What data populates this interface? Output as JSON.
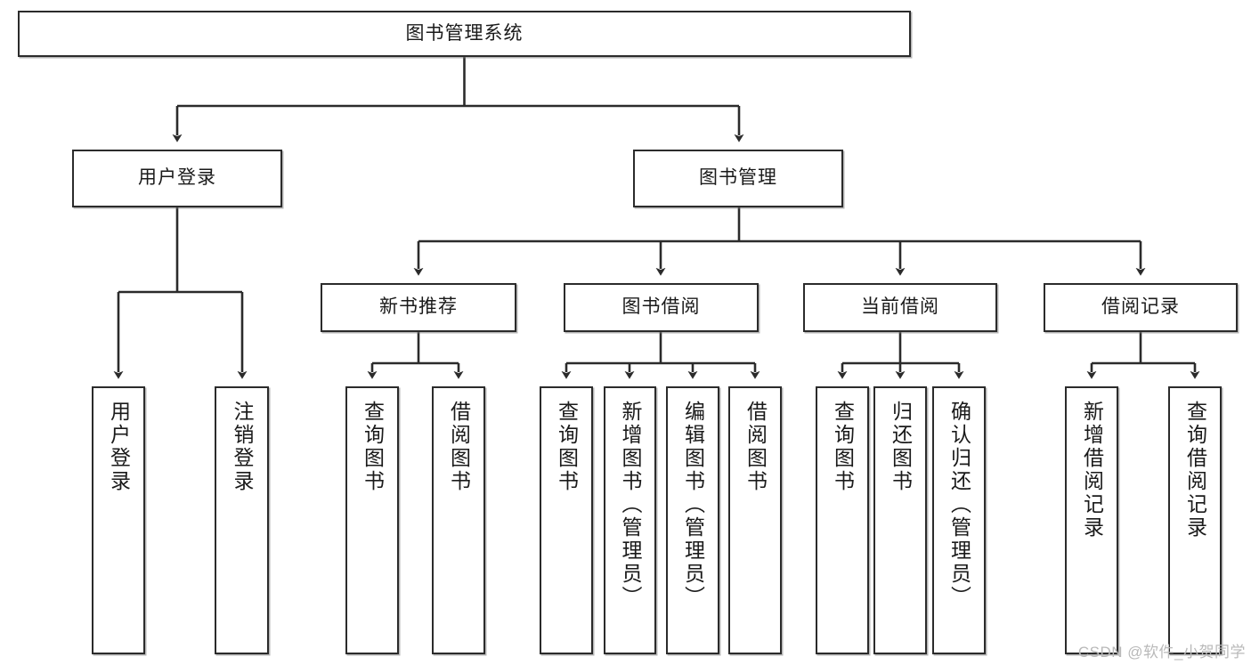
{
  "diagram": {
    "title": "图书管理系统",
    "type": "hierarchy-tree",
    "root": {
      "label": "图书管理系统"
    },
    "level2": [
      {
        "label": "用户登录"
      },
      {
        "label": "图书管理"
      }
    ],
    "level3": [
      {
        "label": "新书推荐"
      },
      {
        "label": "图书借阅"
      },
      {
        "label": "当前借阅"
      },
      {
        "label": "借阅记录"
      }
    ],
    "leaves": [
      {
        "label": "用户登录",
        "parent": "用户登录"
      },
      {
        "label": "注销登录",
        "parent": "用户登录"
      },
      {
        "label": "查询图书",
        "parent": "新书推荐"
      },
      {
        "label": "借阅图书",
        "parent": "新书推荐"
      },
      {
        "label": "查询图书",
        "parent": "图书借阅"
      },
      {
        "label": "新增图书（管理员）",
        "parent": "图书借阅"
      },
      {
        "label": "编辑图书（管理员）",
        "parent": "图书借阅"
      },
      {
        "label": "借阅图书",
        "parent": "图书借阅"
      },
      {
        "label": "查询图书",
        "parent": "当前借阅"
      },
      {
        "label": "归还图书",
        "parent": "当前借阅"
      },
      {
        "label": "确认归还（管理员）",
        "parent": "当前借阅"
      },
      {
        "label": "新增借阅记录",
        "parent": "借阅记录"
      },
      {
        "label": "查询借阅记录",
        "parent": "借阅记录"
      }
    ],
    "colors": {
      "stroke": "#2b2b2b",
      "fill": "#ffffff",
      "text": "#1a1a1a",
      "watermark": "#b9b9b9"
    }
  },
  "watermark": {
    "text": "CSDN @软件_小贺同学"
  }
}
